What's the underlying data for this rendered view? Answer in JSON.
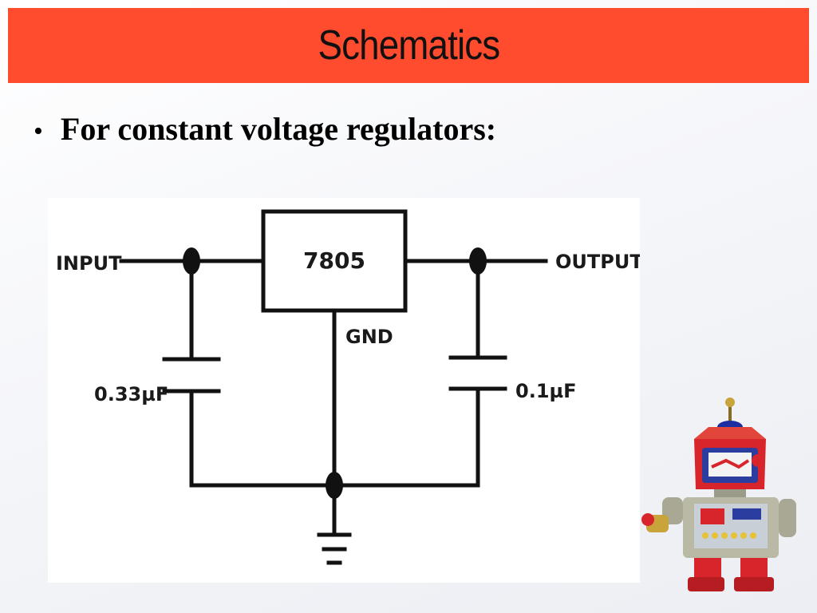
{
  "slide": {
    "title": "Schematics",
    "bullet_symbol": "•",
    "bullet_text": "For constant voltage regulators:"
  },
  "schematic": {
    "regulator_label": "7805",
    "input_label": "INPUT",
    "output_label": "OUTPUT",
    "gnd_label": "GND",
    "input_cap_label": "0.33µF",
    "output_cap_label": "0.1µF"
  },
  "colors": {
    "title_bar": "#ff4b2e",
    "wire": "#111111",
    "robot_red": "#d8252b"
  }
}
